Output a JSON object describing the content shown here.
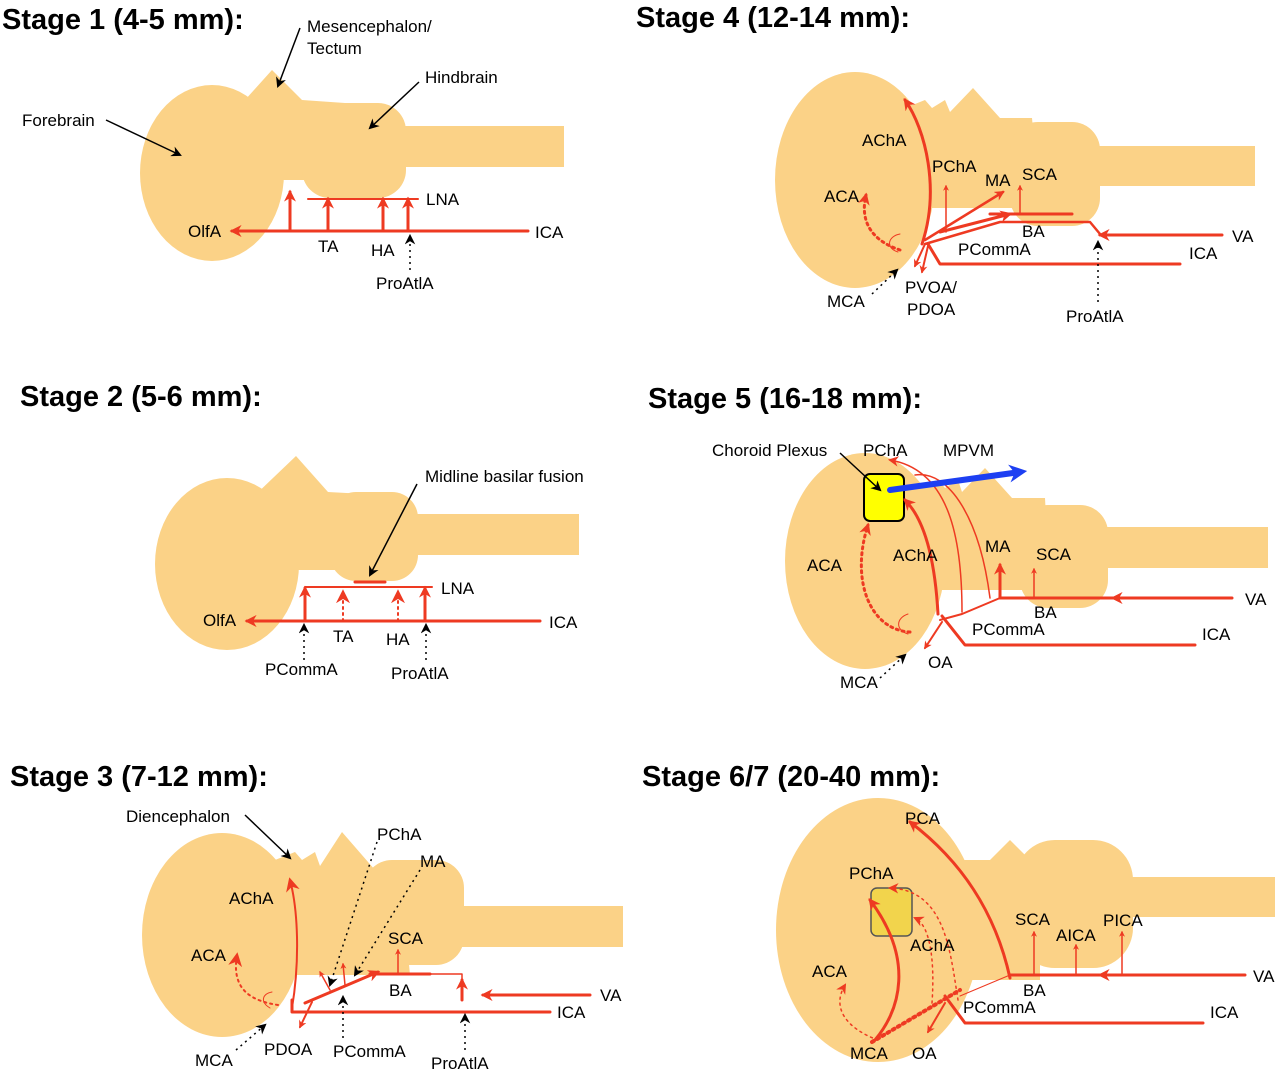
{
  "colors": {
    "brain": "#fbd287",
    "artery": "#ee3a22",
    "choroid_plexus_bright": "#ffff00",
    "choroid_plexus_muted": "#f2d44c",
    "mpvm": "#1d3ff2"
  },
  "stages": {
    "s1": {
      "title": "Stage 1 (4-5 mm):",
      "mesencephalon": "Mesencephalon/",
      "tectum": "Tectum",
      "hindbrain": "Hindbrain",
      "forebrain": "Forebrain",
      "lna": "LNA",
      "olfa": "OlfA",
      "ica": "ICA",
      "ta": "TA",
      "ha": "HA",
      "proatla": "ProAtlA"
    },
    "s2": {
      "title": "Stage 2 (5-6 mm):",
      "midline": "Midline basilar fusion",
      "lna": "LNA",
      "olfa": "OlfA",
      "ica": "ICA",
      "ta": "TA",
      "ha": "HA",
      "pcomma": "PCommA",
      "proatla": "ProAtlA"
    },
    "s3": {
      "title": "Stage 3 (7-12 mm):",
      "diencephalon": "Diencephalon",
      "pcha": "PChA",
      "ma": "MA",
      "acha": "AChA",
      "aca": "ACA",
      "sca": "SCA",
      "ba": "BA",
      "va": "VA",
      "ica": "ICA",
      "mca": "MCA",
      "pdoa": "PDOA",
      "pcomma": "PCommA",
      "proatla": "ProAtlA"
    },
    "s4": {
      "title": "Stage 4 (12-14 mm):",
      "acha": "AChA",
      "pcha": "PChA",
      "ma": "MA",
      "sca": "SCA",
      "aca": "ACA",
      "ba": "BA",
      "pcomma": "PCommA",
      "va": "VA",
      "ica": "ICA",
      "mca": "MCA",
      "pvoa": "PVOA/",
      "pdoa": "PDOA",
      "proatla": "ProAtlA"
    },
    "s5": {
      "title": "Stage 5 (16-18 mm):",
      "choroid": "Choroid Plexus",
      "pcha": "PChA",
      "mpvm": "MPVM",
      "aca": "ACA",
      "acha": "AChA",
      "ma": "MA",
      "sca": "SCA",
      "ba": "BA",
      "va": "VA",
      "pcomma": "PCommA",
      "ica": "ICA",
      "oa": "OA",
      "mca": "MCA"
    },
    "s6": {
      "title": "Stage 6/7 (20-40 mm):",
      "pca": "PCA",
      "pcha": "PChA",
      "sca": "SCA",
      "aica": "AICA",
      "pica": "PICA",
      "acha": "AChA",
      "aca": "ACA",
      "va": "VA",
      "ba": "BA",
      "pcomma": "PCommA",
      "ica": "ICA",
      "mca": "MCA",
      "oa": "OA"
    }
  }
}
